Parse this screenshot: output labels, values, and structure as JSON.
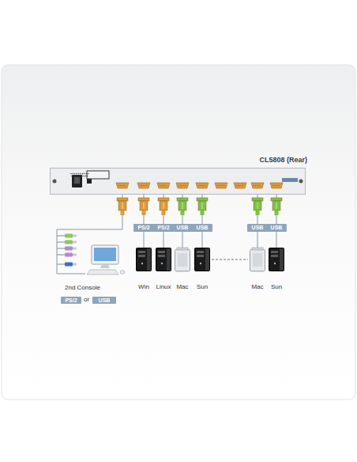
{
  "diagram": {
    "nodes": [
      {
        "text": [
          "CL5808 (Rear)"
        ]
      },
      {
        "text": [
          "PS/2"
        ]
      },
      {
        "text": [
          "PS/2"
        ]
      },
      {
        "text": [
          "USB"
        ]
      },
      {
        "text": [
          "USB"
        ]
      },
      {
        "text": [
          "USB"
        ]
      },
      {
        "text": [
          "USB"
        ]
      },
      {
        "text": [
          "Win"
        ]
      },
      {
        "text": [
          "Linux"
        ]
      },
      {
        "text": [
          "Mac"
        ]
      },
      {
        "text": [
          "Sun"
        ]
      },
      {
        "text": [
          "Mac"
        ]
      },
      {
        "text": [
          "Sun"
        ]
      },
      {
        "text": [
          "2nd Console"
        ]
      },
      {
        "text": [
          "PS/2"
        ]
      },
      {
        "text": [
          "USB"
        ]
      }
    ],
    "edges": [
      {
        "from": 0,
        "to": 1,
        "arrow": "none"
      },
      {
        "from": 0,
        "to": 2,
        "arrow": "none"
      },
      {
        "from": 0,
        "to": 3,
        "arrow": "none"
      },
      {
        "from": 0,
        "to": 4,
        "arrow": "none"
      },
      {
        "from": 0,
        "to": 5,
        "arrow": "none"
      },
      {
        "from": 0,
        "to": 6,
        "arrow": "none"
      },
      {
        "from": 1,
        "to": 7,
        "arrow": "none"
      },
      {
        "from": 2,
        "to": 8,
        "arrow": "none"
      },
      {
        "from": 3,
        "to": 9,
        "arrow": "none"
      },
      {
        "from": 4,
        "to": 10,
        "arrow": "none"
      },
      {
        "from": 5,
        "to": 11,
        "arrow": "none"
      },
      {
        "from": 6,
        "to": 12,
        "arrow": "none"
      },
      {
        "from": 0,
        "to": 13,
        "arrow": "none"
      },
      {
        "from": 10,
        "to": 11,
        "arrow": "none"
      }
    ],
    "labels": [
      "or"
    ]
  }
}
